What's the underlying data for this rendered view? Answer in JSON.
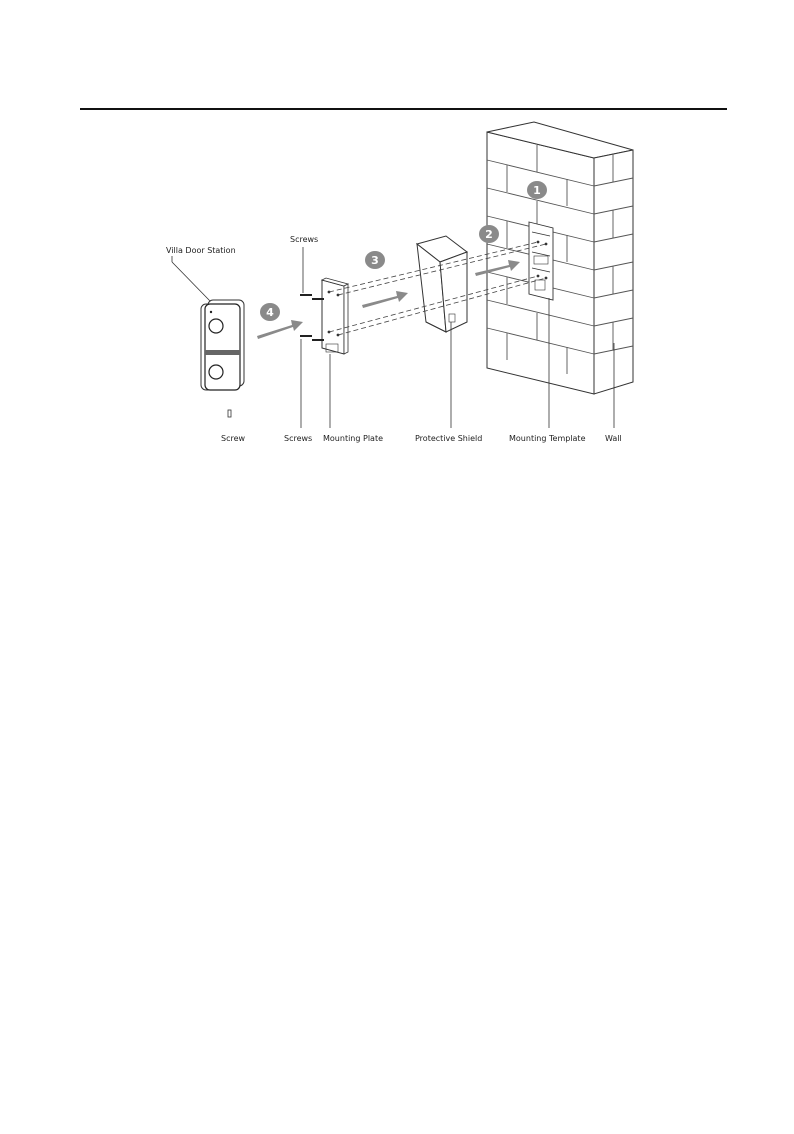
{
  "labels": {
    "villa_door_station": "Villa Door Station",
    "screws_top": "Screws",
    "screw_bottom": "Screw",
    "screws_bottom": "Screws",
    "mounting_plate": "Mounting Plate",
    "protective_shield": "Protective Shield",
    "mounting_template": "Mounting Template",
    "wall": "Wall"
  },
  "steps": [
    "1",
    "2",
    "3",
    "4"
  ],
  "colors": {
    "step_badge": "#8a8a8a",
    "arrow": "#8a8a8a",
    "line": "#333333"
  }
}
